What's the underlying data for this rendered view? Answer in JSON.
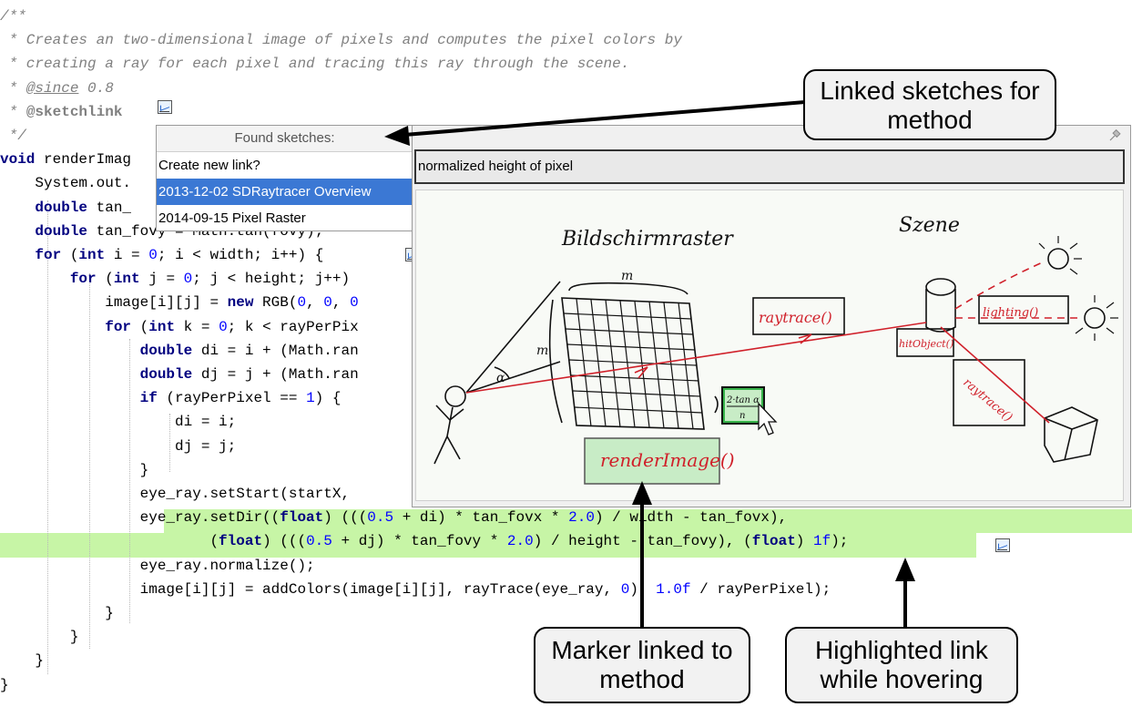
{
  "code_lines": [
    [
      {
        "c": "cm",
        "t": "/**"
      }
    ],
    [
      {
        "c": "cm",
        "t": " * Creates an two-dimensional image of pixels and computes the pixel colors by"
      }
    ],
    [
      {
        "c": "cm",
        "t": " * creating a ray for each pixel and tracing this ray through the scene."
      }
    ],
    [
      {
        "c": "cm",
        "t": " * "
      },
      {
        "c": "cm-tag",
        "t": "@since"
      },
      {
        "c": "cm",
        "t": " 0.8"
      }
    ],
    [
      {
        "c": "cm",
        "t": " * "
      },
      {
        "c": "cm-bold",
        "t": "@sketchlink"
      }
    ],
    [
      {
        "c": "cm",
        "t": " */"
      }
    ],
    [
      {
        "c": "kw",
        "t": "void"
      },
      {
        "c": "",
        "t": " renderImag"
      }
    ],
    [
      {
        "c": "",
        "t": "    System.out."
      }
    ],
    [
      {
        "c": "kw",
        "t": "    double"
      },
      {
        "c": "",
        "t": " tan_"
      }
    ],
    [
      {
        "c": "kw",
        "t": "    double"
      },
      {
        "c": "",
        "t": " tan_fovy = Math.tan(fovy);"
      }
    ],
    [
      {
        "c": "kw",
        "t": "    for"
      },
      {
        "c": "",
        "t": " ("
      },
      {
        "c": "kw",
        "t": "int"
      },
      {
        "c": "",
        "t": " i = "
      },
      {
        "c": "num",
        "t": "0"
      },
      {
        "c": "",
        "t": "; i < width; i++) {"
      }
    ],
    [
      {
        "c": "kw",
        "t": "        for"
      },
      {
        "c": "",
        "t": " ("
      },
      {
        "c": "kw",
        "t": "int"
      },
      {
        "c": "",
        "t": " j = "
      },
      {
        "c": "num",
        "t": "0"
      },
      {
        "c": "",
        "t": "; j < height; j++)"
      }
    ],
    [
      {
        "c": "",
        "t": "            image[i][j] = "
      },
      {
        "c": "kw",
        "t": "new"
      },
      {
        "c": "",
        "t": " RGB("
      },
      {
        "c": "num",
        "t": "0"
      },
      {
        "c": "",
        "t": ", "
      },
      {
        "c": "num",
        "t": "0"
      },
      {
        "c": "",
        "t": ", "
      },
      {
        "c": "num",
        "t": "0"
      }
    ],
    [
      {
        "c": "kw",
        "t": "            for"
      },
      {
        "c": "",
        "t": " ("
      },
      {
        "c": "kw",
        "t": "int"
      },
      {
        "c": "",
        "t": " k = "
      },
      {
        "c": "num",
        "t": "0"
      },
      {
        "c": "",
        "t": "; k < rayPerPix"
      }
    ],
    [
      {
        "c": "kw",
        "t": "                double"
      },
      {
        "c": "",
        "t": " di = i + (Math.ran"
      }
    ],
    [
      {
        "c": "kw",
        "t": "                double"
      },
      {
        "c": "",
        "t": " dj = j + (Math.ran"
      }
    ],
    [
      {
        "c": "kw",
        "t": "                if"
      },
      {
        "c": "",
        "t": " (rayPerPixel == "
      },
      {
        "c": "num",
        "t": "1"
      },
      {
        "c": "",
        "t": ") {"
      }
    ],
    [
      {
        "c": "",
        "t": "                    di = i;"
      }
    ],
    [
      {
        "c": "",
        "t": "                    dj = j;"
      }
    ],
    [
      {
        "c": "",
        "t": "                }"
      }
    ],
    [
      {
        "c": "",
        "t": "                eye_ray.setStart(startX,"
      }
    ],
    [
      {
        "c": "",
        "t": "                eye_ray.setDir(("
      },
      {
        "c": "kw",
        "t": "float"
      },
      {
        "c": "",
        "t": ") ((("
      },
      {
        "c": "num",
        "t": "0.5"
      },
      {
        "c": "",
        "t": " + di) * tan_fovx * "
      },
      {
        "c": "num",
        "t": "2.0"
      },
      {
        "c": "",
        "t": ") / width - tan_fovx),"
      }
    ],
    [
      {
        "c": "",
        "t": "                        ("
      },
      {
        "c": "kw",
        "t": "float"
      },
      {
        "c": "",
        "t": ") ((("
      },
      {
        "c": "num",
        "t": "0.5"
      },
      {
        "c": "",
        "t": " + dj) * tan_fovy * "
      },
      {
        "c": "num",
        "t": "2.0"
      },
      {
        "c": "",
        "t": ") / height - tan_fovy), ("
      },
      {
        "c": "kw",
        "t": "float"
      },
      {
        "c": "",
        "t": ") "
      },
      {
        "c": "num",
        "t": "1f"
      },
      {
        "c": "",
        "t": ");"
      }
    ],
    [
      {
        "c": "",
        "t": "                eye_ray.normalize();"
      }
    ],
    [
      {
        "c": "",
        "t": "                image[i][j] = addColors(image[i][j], rayTrace(eye_ray, "
      },
      {
        "c": "num",
        "t": "0"
      },
      {
        "c": "",
        "t": "), "
      },
      {
        "c": "num",
        "t": "1.0f"
      },
      {
        "c": "",
        "t": " / rayPerPixel);"
      }
    ],
    [
      {
        "c": "",
        "t": "            }"
      }
    ],
    [
      {
        "c": "",
        "t": "        }"
      }
    ],
    [
      {
        "c": "",
        "t": "    }"
      }
    ],
    [
      {
        "c": "",
        "t": "}"
      }
    ]
  ],
  "popup": {
    "header": "Found sketches:",
    "items": [
      {
        "label": "Create new link?",
        "selected": false
      },
      {
        "label": "2013-12-02 SDRaytracer Overview",
        "selected": true
      },
      {
        "label": "2014-09-15 Pixel Raster",
        "selected": false
      }
    ]
  },
  "sketch_panel": {
    "title": "normalized height of pixel",
    "labels": {
      "bildschirmraster": "Bildschirmraster",
      "szene": "Szene",
      "m_top": "m",
      "m_side": "m",
      "alpha": "α",
      "raytrace": "raytrace()",
      "lighting": "lighting()",
      "hitobject": "hitObject()",
      "raytrace_2": "raytrace()",
      "formula_top": "2·tan α",
      "formula_bottom": "n",
      "renderimage": "renderImage()"
    }
  },
  "callouts": {
    "linked_sketches": "Linked sketches for method",
    "marker_linked": "Marker linked to method",
    "highlighted_link": "Highlighted link while hovering"
  },
  "colors": {
    "highlight": "#c7f5a6",
    "selection": "#3b78d4",
    "sketch_red": "#d0202a",
    "sketch_green": "#37b34a"
  },
  "icons": [
    "sketch-link-icon",
    "pin-icon",
    "mouse-cursor-icon"
  ]
}
